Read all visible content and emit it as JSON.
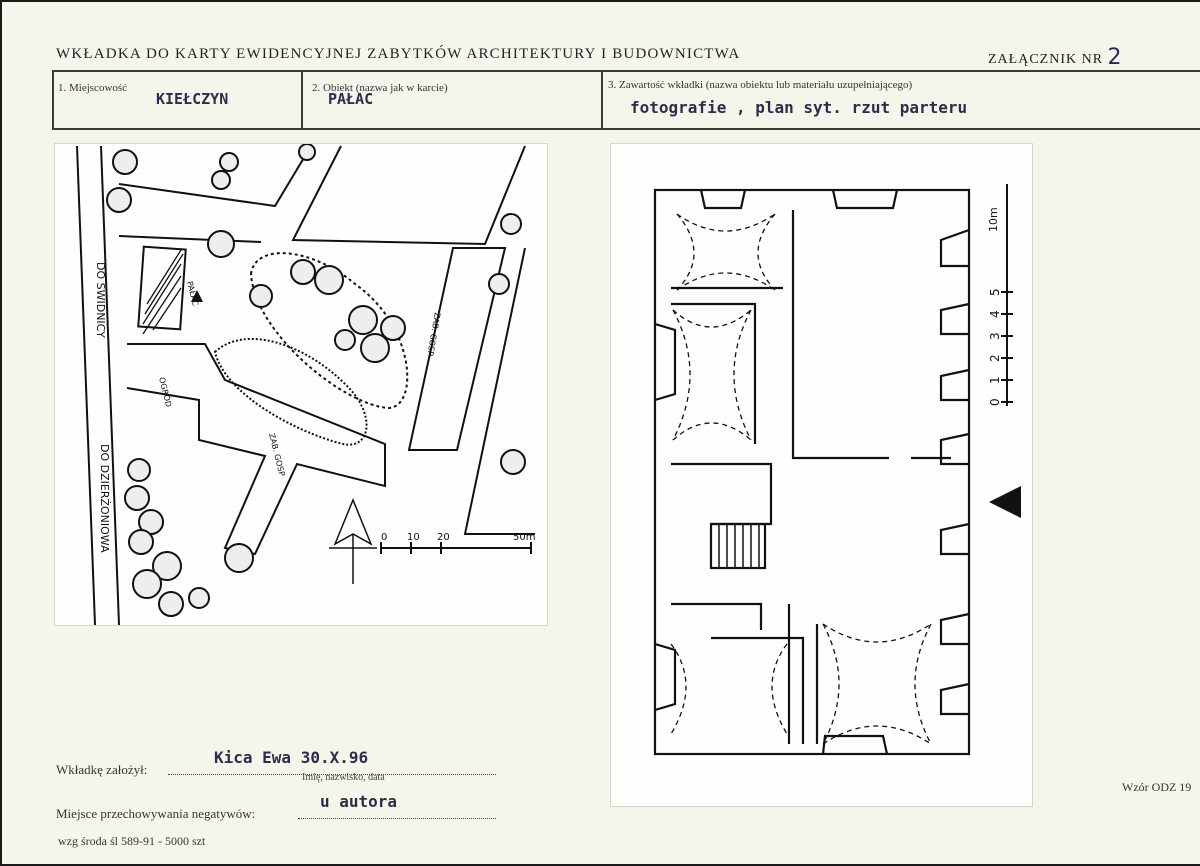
{
  "header": {
    "title": "WKŁADKA DO KARTY EWIDENCYJNEJ ZABYTKÓW ARCHITEKTURY I BUDOWNICTWA",
    "attachment_label": "ZAŁĄCZNIK NR",
    "attachment_number": "2"
  },
  "fields": {
    "locality_label": "1. Miejscowość",
    "locality_value": "KIEŁCZYN",
    "object_label": "2. Obiekt (nazwa jak w karcie)",
    "object_value": "PAŁAC",
    "contents_label": "3. Zawartość wkładki (nazwa obiektu lub materiału uzupełniającego)",
    "contents_value": "fotografie , plan syt. rzut parteru"
  },
  "site_plan": {
    "road_label_1": "DO ŚWIDNICY",
    "road_label_2": "DO DZIERŻONIOWA",
    "palace_label": "PAŁAC",
    "bldg_label_1": "ZAB. GOSP",
    "bldg_label_2": "ZAB. GOSP",
    "bldg_label_3": "OGRÓD",
    "scale_ticks": [
      "0",
      "10",
      "20",
      "50m"
    ]
  },
  "floor_plan": {
    "scale_label": "10m",
    "scale_ticks": [
      "0",
      "1",
      "2",
      "3",
      "4",
      "5"
    ]
  },
  "footer": {
    "creator_label": "Wkładkę założył:",
    "creator_value": "Kica Ewa 30.X.96",
    "creator_caption": "Imię, nazwisko, data",
    "storage_label": "Miejsce przechowywania negatywów:",
    "storage_value": "u autora",
    "print_info": "wzg środa śl 589-91 - 5000 szt",
    "form_code": "Wzór ODZ 19"
  }
}
